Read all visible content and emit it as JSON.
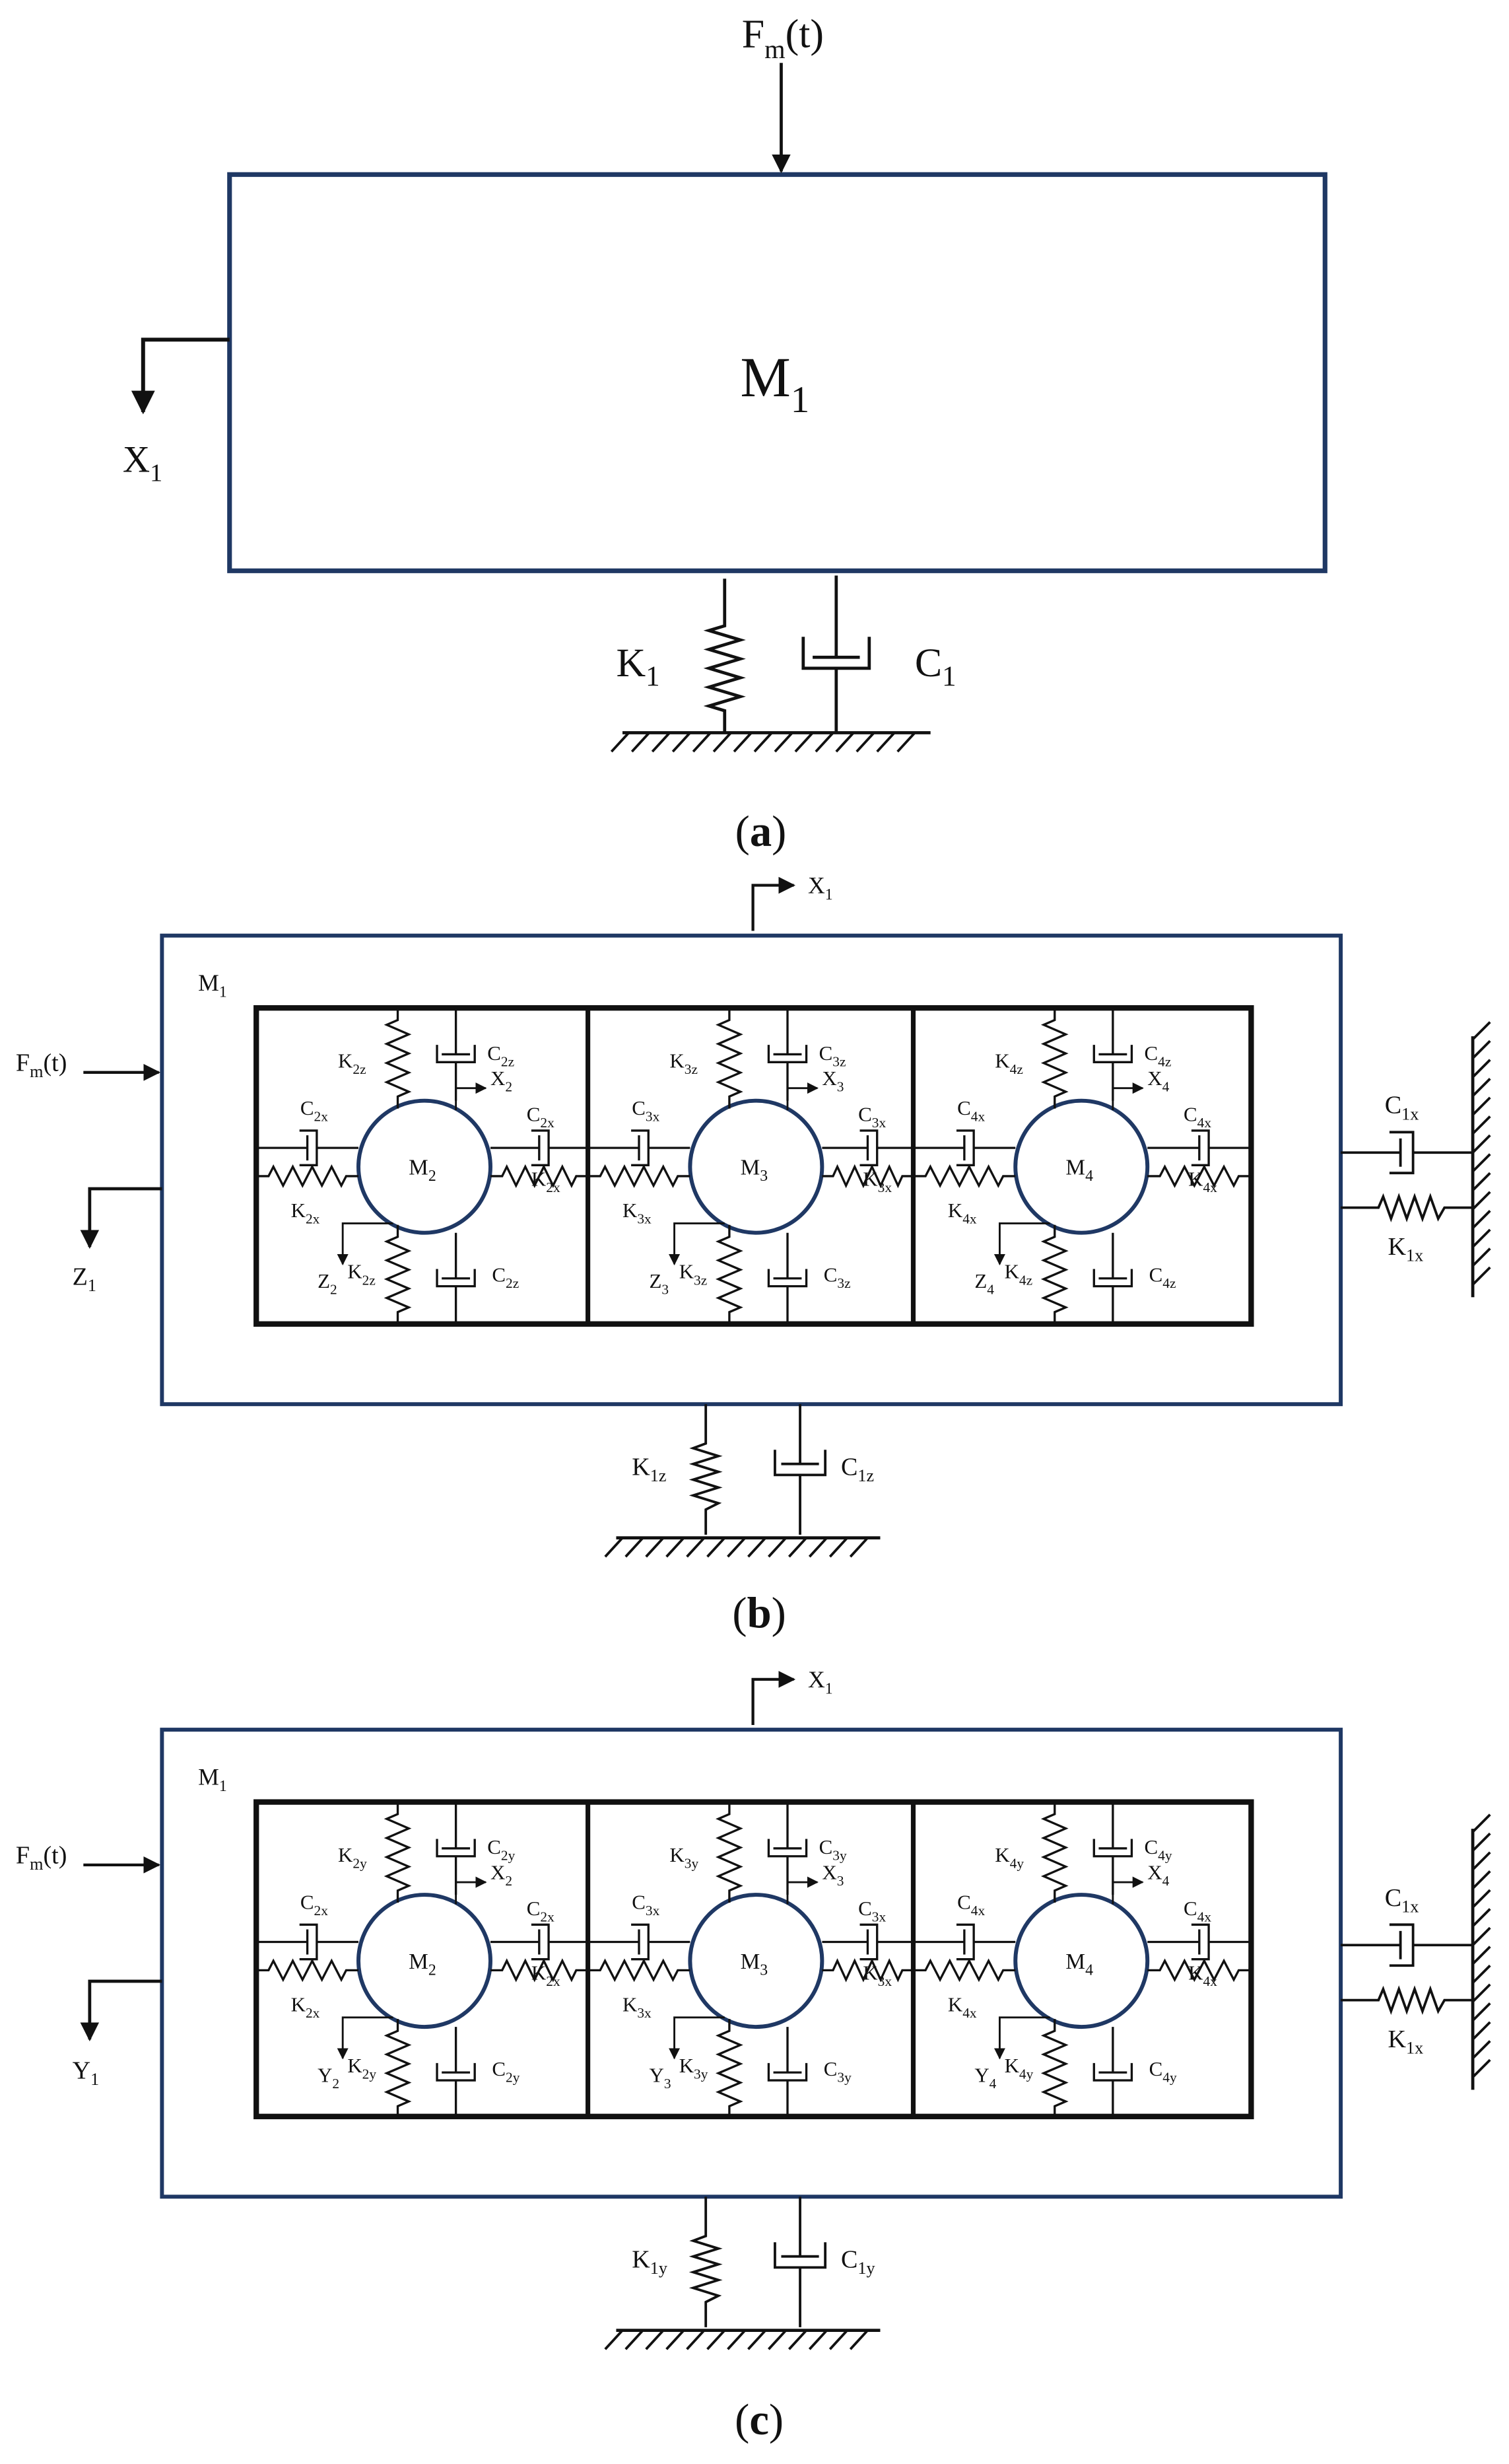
{
  "colors": {
    "frame": "#1f3864",
    "line": "#111111"
  },
  "panel_a": {
    "caption": "a",
    "force": {
      "base": "F",
      "sub": "m",
      "tail": "(t)"
    },
    "mass": {
      "base": "M",
      "sub": "1"
    },
    "disp": {
      "base": "X",
      "sub": "1"
    },
    "spring": {
      "base": "K",
      "sub": "1"
    },
    "damper": {
      "base": "C",
      "sub": "1"
    }
  },
  "panel_b": {
    "caption": "b",
    "outer_mass": {
      "base": "M",
      "sub": "1"
    },
    "force": {
      "base": "F",
      "sub": "m",
      "tail": "(t)"
    },
    "top_disp": {
      "base": "X",
      "sub": "1"
    },
    "side_disp": {
      "base": "Z",
      "sub": "1"
    },
    "right_damper": {
      "base": "C",
      "sub": "1x"
    },
    "right_spring": {
      "base": "K",
      "sub": "1x"
    },
    "bottom_spring": {
      "base": "K",
      "sub": "1z"
    },
    "bottom_damper": {
      "base": "C",
      "sub": "1z"
    },
    "cells": [
      {
        "mass": {
          "base": "M",
          "sub": "2"
        },
        "k_top": {
          "base": "K",
          "sub": "2z"
        },
        "c_top": {
          "base": "C",
          "sub": "2z"
        },
        "x": {
          "base": "X",
          "sub": "2"
        },
        "c_left": {
          "base": "C",
          "sub": "2x"
        },
        "c_right": {
          "base": "C",
          "sub": "2x"
        },
        "k_left": {
          "base": "K",
          "sub": "2x"
        },
        "k_right": {
          "base": "K",
          "sub": "2x"
        },
        "v": {
          "base": "Z",
          "sub": "2"
        },
        "k_bot": {
          "base": "K",
          "sub": "2z"
        },
        "c_bot": {
          "base": "C",
          "sub": "2z"
        }
      },
      {
        "mass": {
          "base": "M",
          "sub": "3"
        },
        "k_top": {
          "base": "K",
          "sub": "3z"
        },
        "c_top": {
          "base": "C",
          "sub": "3z"
        },
        "x": {
          "base": "X",
          "sub": "3"
        },
        "c_left": {
          "base": "C",
          "sub": "3x"
        },
        "c_right": {
          "base": "C",
          "sub": "3x"
        },
        "k_left": {
          "base": "K",
          "sub": "3x"
        },
        "k_right": {
          "base": "K",
          "sub": "3x"
        },
        "v": {
          "base": "Z",
          "sub": "3"
        },
        "k_bot": {
          "base": "K",
          "sub": "3z"
        },
        "c_bot": {
          "base": "C",
          "sub": "3z"
        }
      },
      {
        "mass": {
          "base": "M",
          "sub": "4"
        },
        "k_top": {
          "base": "K",
          "sub": "4z"
        },
        "c_top": {
          "base": "C",
          "sub": "4z"
        },
        "x": {
          "base": "X",
          "sub": "4"
        },
        "c_left": {
          "base": "C",
          "sub": "4x"
        },
        "c_right": {
          "base": "C",
          "sub": "4x"
        },
        "k_left": {
          "base": "K",
          "sub": "4x"
        },
        "k_right": {
          "base": "K",
          "sub": "4x"
        },
        "v": {
          "base": "Z",
          "sub": "4"
        },
        "k_bot": {
          "base": "K",
          "sub": "4z"
        },
        "c_bot": {
          "base": "C",
          "sub": "4z"
        }
      }
    ]
  },
  "panel_c": {
    "caption": "c",
    "outer_mass": {
      "base": "M",
      "sub": "1"
    },
    "force": {
      "base": "F",
      "sub": "m",
      "tail": "(t)"
    },
    "top_disp": {
      "base": "X",
      "sub": "1"
    },
    "side_disp": {
      "base": "Y",
      "sub": "1"
    },
    "right_damper": {
      "base": "C",
      "sub": "1x"
    },
    "right_spring": {
      "base": "K",
      "sub": "1x"
    },
    "bottom_spring": {
      "base": "K",
      "sub": "1y"
    },
    "bottom_damper": {
      "base": "C",
      "sub": "1y"
    },
    "cells": [
      {
        "mass": {
          "base": "M",
          "sub": "2"
        },
        "k_top": {
          "base": "K",
          "sub": "2y"
        },
        "c_top": {
          "base": "C",
          "sub": "2y"
        },
        "x": {
          "base": "X",
          "sub": "2"
        },
        "c_left": {
          "base": "C",
          "sub": "2x"
        },
        "c_right": {
          "base": "C",
          "sub": "2x"
        },
        "k_left": {
          "base": "K",
          "sub": "2x"
        },
        "k_right": {
          "base": "K",
          "sub": "2x"
        },
        "v": {
          "base": "Y",
          "sub": "2"
        },
        "k_bot": {
          "base": "K",
          "sub": "2y"
        },
        "c_bot": {
          "base": "C",
          "sub": "2y"
        }
      },
      {
        "mass": {
          "base": "M",
          "sub": "3"
        },
        "k_top": {
          "base": "K",
          "sub": "3y"
        },
        "c_top": {
          "base": "C",
          "sub": "3y"
        },
        "x": {
          "base": "X",
          "sub": "3"
        },
        "c_left": {
          "base": "C",
          "sub": "3x"
        },
        "c_right": {
          "base": "C",
          "sub": "3x"
        },
        "k_left": {
          "base": "K",
          "sub": "3x"
        },
        "k_right": {
          "base": "K",
          "sub": "3x"
        },
        "v": {
          "base": "Y",
          "sub": "3"
        },
        "k_bot": {
          "base": "K",
          "sub": "3y"
        },
        "c_bot": {
          "base": "C",
          "sub": "3y"
        }
      },
      {
        "mass": {
          "base": "M",
          "sub": "4"
        },
        "k_top": {
          "base": "K",
          "sub": "4y"
        },
        "c_top": {
          "base": "C",
          "sub": "4y"
        },
        "x": {
          "base": "X",
          "sub": "4"
        },
        "c_left": {
          "base": "C",
          "sub": "4x"
        },
        "c_right": {
          "base": "C",
          "sub": "4x"
        },
        "k_left": {
          "base": "K",
          "sub": "4x"
        },
        "k_right": {
          "base": "K",
          "sub": "4x"
        },
        "v": {
          "base": "Y",
          "sub": "4"
        },
        "k_bot": {
          "base": "K",
          "sub": "4y"
        },
        "c_bot": {
          "base": "C",
          "sub": "4y"
        }
      }
    ]
  }
}
